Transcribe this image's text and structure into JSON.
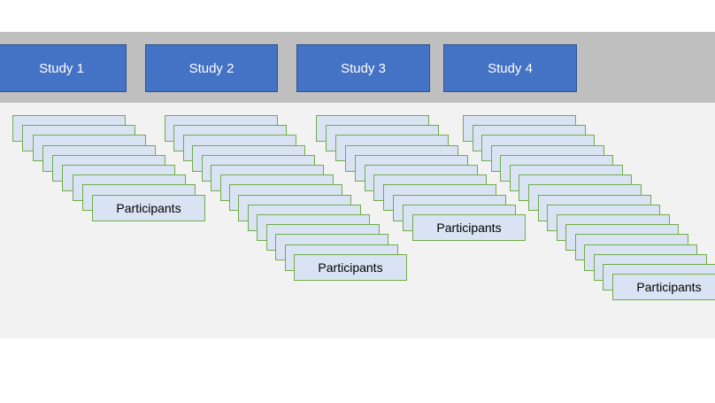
{
  "studies": [
    {
      "label": "Study 1",
      "participant_label": "Participants"
    },
    {
      "label": "Study 2",
      "participant_label": "Participants"
    },
    {
      "label": "Study 3",
      "participant_label": "Participants"
    },
    {
      "label": "Study 4",
      "participant_label": "Participants"
    }
  ],
  "colors": {
    "study_fill": "#4472c4",
    "card_fill": "#dae3f3",
    "card_border": "#70ad47",
    "band": "#bfbfbf",
    "panel": "#f2f2f2"
  }
}
